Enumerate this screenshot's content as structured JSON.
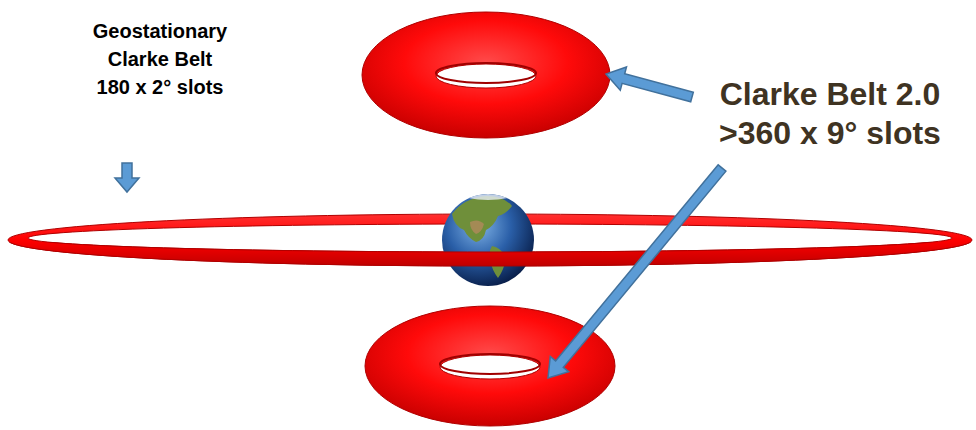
{
  "diagram": {
    "labels": [
      "Geostationary",
      "Clarke Belt",
      "180 x 2° slots",
      "Clarke Belt 2.0",
      ">360 x 9° slots"
    ]
  }
}
